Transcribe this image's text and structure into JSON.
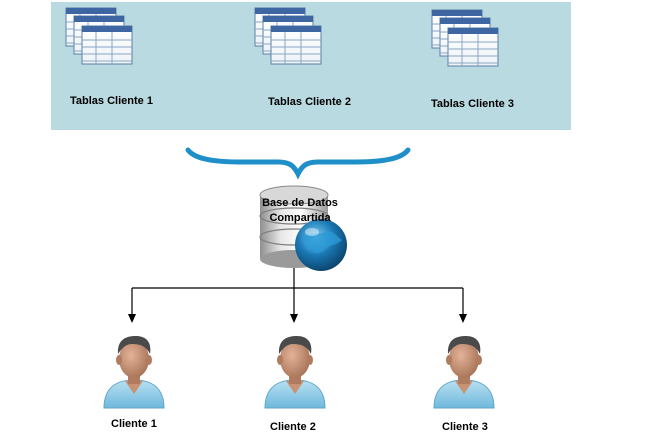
{
  "tables": [
    {
      "label": "Tablas Cliente 1"
    },
    {
      "label": "Tablas Cliente 2"
    },
    {
      "label": "Tablas Cliente 3"
    }
  ],
  "database": {
    "label_line1": "Base de Datos",
    "label_line2": "Compartida"
  },
  "clients": [
    {
      "label": "Cliente 1"
    },
    {
      "label": "Cliente 2"
    },
    {
      "label": "Cliente 3"
    }
  ],
  "colors": {
    "panel": "#b9dae1",
    "brace": "#1e8fc8",
    "connector": "#000000",
    "skin": "#c99274",
    "hair": "#4a4a4a",
    "shirt": "#8ecbe6",
    "globe": "#1a78b4"
  }
}
